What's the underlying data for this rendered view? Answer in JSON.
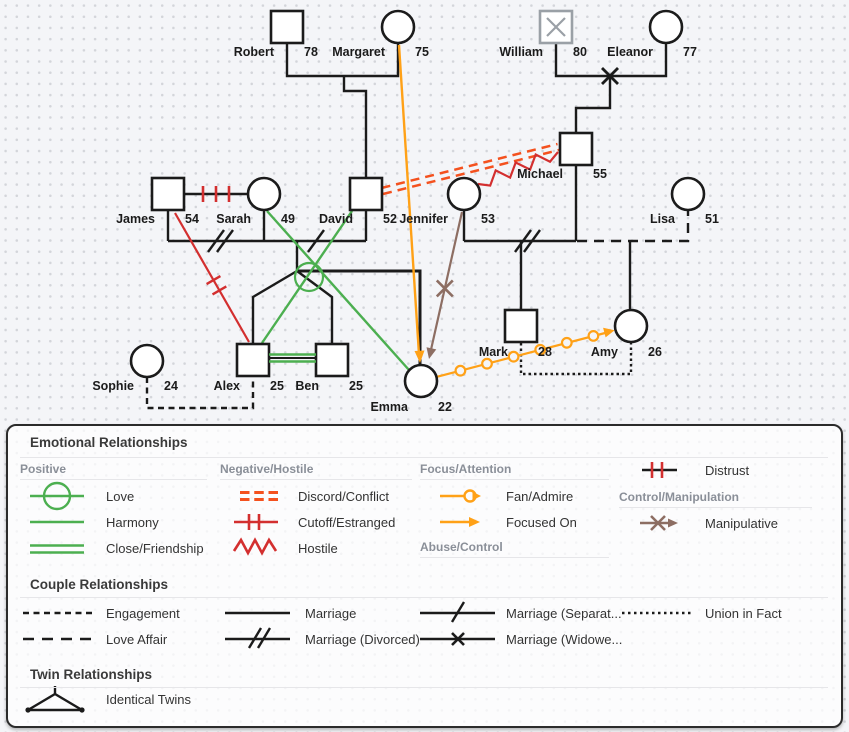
{
  "people": {
    "robert": {
      "name": "Robert",
      "age": "78"
    },
    "margaret": {
      "name": "Margaret",
      "age": "75"
    },
    "william": {
      "name": "William",
      "age": "80",
      "deceased": true
    },
    "eleanor": {
      "name": "Eleanor",
      "age": "77"
    },
    "james": {
      "name": "James",
      "age": "54"
    },
    "sarah": {
      "name": "Sarah",
      "age": "49"
    },
    "david": {
      "name": "David",
      "age": "52"
    },
    "jennifer": {
      "name": "Jennifer",
      "age": "53"
    },
    "michael": {
      "name": "Michael",
      "age": "55"
    },
    "lisa": {
      "name": "Lisa",
      "age": "51"
    },
    "mark": {
      "name": "Mark",
      "age": "28"
    },
    "amy": {
      "name": "Amy",
      "age": "26"
    },
    "sophie": {
      "name": "Sophie",
      "age": "24"
    },
    "alex": {
      "name": "Alex",
      "age": "25"
    },
    "ben": {
      "name": "Ben",
      "age": "25"
    },
    "emma": {
      "name": "Emma",
      "age": "22"
    }
  },
  "relationships": [
    {
      "type": "marriage",
      "between": [
        "Robert",
        "Margaret"
      ],
      "children": [
        "David"
      ]
    },
    {
      "type": "marriage-widowed",
      "between": [
        "William",
        "Eleanor"
      ],
      "children": [
        "Michael"
      ]
    },
    {
      "type": "marriage-divorced",
      "between": [
        "James",
        "Sarah"
      ]
    },
    {
      "type": "marriage-separated",
      "between": [
        "Sarah",
        "David"
      ],
      "children": [
        "Alex",
        "Ben",
        "Emma"
      ]
    },
    {
      "type": "marriage-divorced",
      "between": [
        "Jennifer",
        "Michael"
      ],
      "children": [
        "Mark"
      ]
    },
    {
      "type": "love-affair",
      "between": [
        "Michael",
        "Lisa"
      ],
      "children": [
        "Amy"
      ]
    },
    {
      "type": "engagement",
      "between": [
        "Sophie",
        "Alex"
      ]
    },
    {
      "type": "union-in-fact",
      "between": [
        "Mark",
        "Amy"
      ]
    },
    {
      "type": "identical-twins",
      "between": [
        "Alex",
        "Ben"
      ]
    },
    {
      "type": "distrust",
      "between": [
        "James",
        "Sarah"
      ]
    },
    {
      "type": "cutoff-estranged",
      "between": [
        "James",
        "Alex"
      ]
    },
    {
      "type": "harmony",
      "between": [
        "Sarah",
        "Emma"
      ]
    },
    {
      "type": "love",
      "between": [
        "David",
        "Alex"
      ]
    },
    {
      "type": "close-friendship",
      "between": [
        "Alex",
        "Ben"
      ]
    },
    {
      "type": "discord-conflict",
      "between": [
        "David",
        "Michael"
      ]
    },
    {
      "type": "hostile",
      "between": [
        "Jennifer",
        "Michael"
      ]
    },
    {
      "type": "focused-on",
      "from": "Margaret",
      "to": "Emma"
    },
    {
      "type": "fan-admire",
      "from": "Emma",
      "to": "Amy"
    },
    {
      "type": "manipulative",
      "from": "Jennifer",
      "to": "Emma"
    }
  ],
  "legend": {
    "emotional": {
      "title": "Emotional Relationships",
      "positive_title": "Positive",
      "love": "Love",
      "harmony": "Harmony",
      "close": "Close/Friendship",
      "negative_title": "Negative/Hostile",
      "discord": "Discord/Conflict",
      "cutoff": "Cutoff/Estranged",
      "hostile": "Hostile",
      "focus_title": "Focus/Attention",
      "fan": "Fan/Admire",
      "focused": "Focused On",
      "abuse_title": "Abuse/Control",
      "distrust": "Distrust",
      "control_title": "Control/Manipulation",
      "manipulative": "Manipulative"
    },
    "couple": {
      "title": "Couple Relationships",
      "engagement": "Engagement",
      "love_affair": "Love Affair",
      "marriage": "Marriage",
      "divorced": "Marriage (Divorced)",
      "separated": "Marriage (Separat...",
      "widowed": "Marriage (Widowe...",
      "union": "Union in Fact"
    },
    "twin": {
      "title": "Twin Relationships",
      "identical": "Identical Twins"
    }
  },
  "colors": {
    "green": "#4caf50",
    "red": "#d32f2f",
    "discord_orange": "#f4511e",
    "orange": "#ffa117",
    "taupe": "#8d6e63",
    "black": "#1b1b1b",
    "deceased_gray": "#9aa0a6"
  }
}
